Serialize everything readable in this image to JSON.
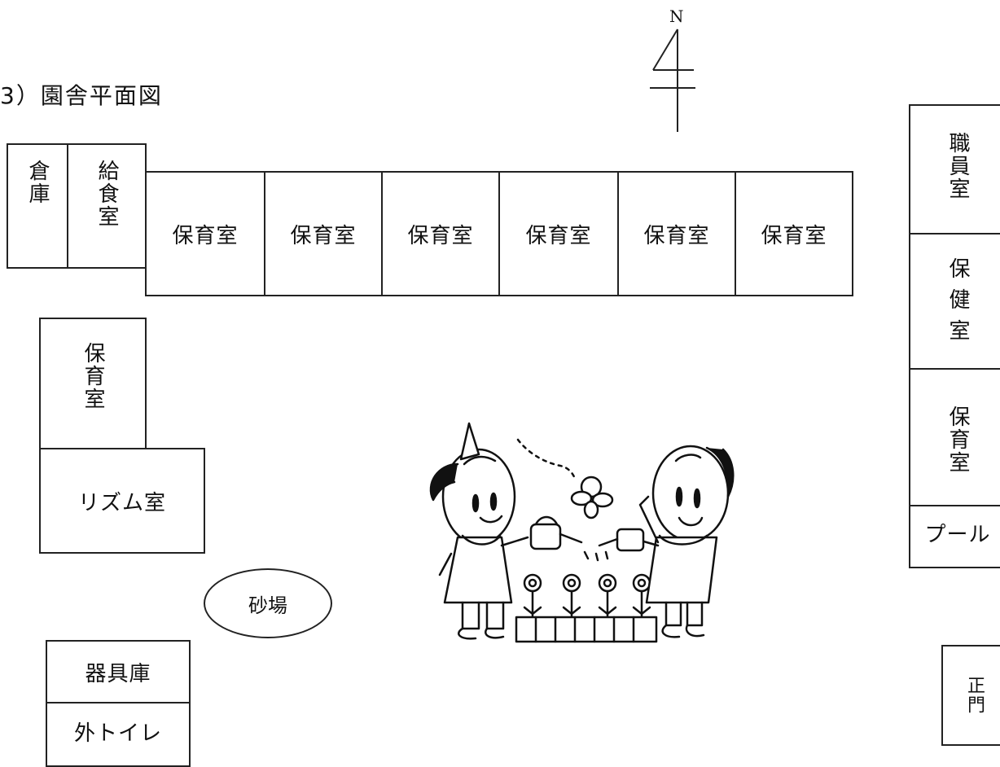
{
  "title": "3）園舎平面図",
  "compass": {
    "label": "N"
  },
  "rooms": {
    "storage": "倉庫",
    "kitchen": "給食室",
    "nursery_1": "保育室",
    "nursery_2": "保育室",
    "nursery_3": "保育室",
    "nursery_4": "保育室",
    "nursery_5": "保育室",
    "nursery_6": "保育室",
    "nursery_west": "保育室",
    "rhythm_room": "リズム室",
    "sandbox": "砂場",
    "equipment_storage": "器具庫",
    "outdoor_toilet": "外トイレ",
    "staff_room": "職員室",
    "health_room": "保健室",
    "nursery_east": "保育室",
    "pool": "プール",
    "main_gate": "正門"
  },
  "colors": {
    "line": "#222222",
    "background": "#ffffff"
  },
  "illustration": {
    "icon": "children-watering-flowers-illustration"
  }
}
